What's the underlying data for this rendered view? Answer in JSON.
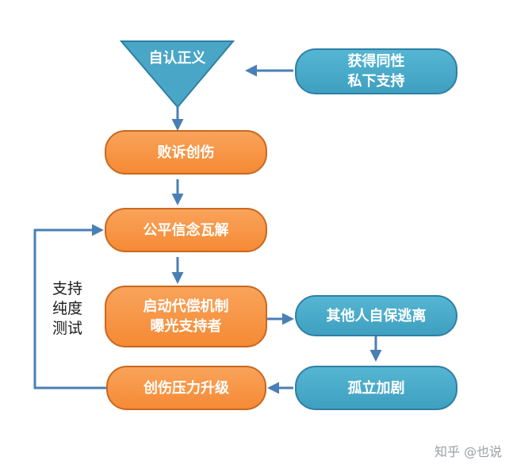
{
  "diagram": {
    "nodes": {
      "self_identity": "自认正义",
      "peer_support_1": "获得同性",
      "peer_support_2": "私下支持",
      "trauma": "败诉创伤",
      "justice_collapse": "公平信念瓦解",
      "mechanism_1": "启动代偿机制",
      "mechanism_2": "曝光支持者",
      "others_flee": "其他人自保逃离",
      "isolation": "孤立加剧",
      "pressure_upgrade": "创伤压力升级"
    },
    "loop_label": {
      "line1": "支持",
      "line2": "纯度",
      "line3": "测试"
    }
  },
  "watermark": "知乎 @也说",
  "colors": {
    "orange_fill": "#f58a35",
    "orange_border": "#c9681f",
    "blue_fill": "#48a8c8",
    "blue_border": "#2f7fa4",
    "arrow": "#4a7fb5"
  }
}
